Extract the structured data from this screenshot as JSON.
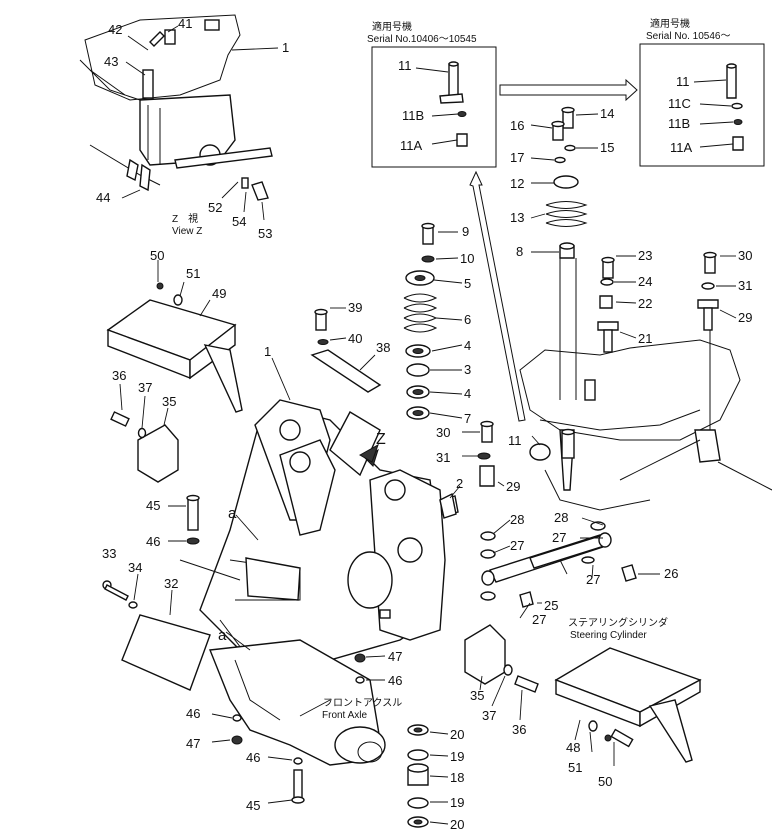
{
  "inset_left": {
    "title_jp": "適用号機",
    "serial": "Serial  No.10406～10545"
  },
  "inset_right": {
    "title_jp": "適用号機",
    "serial": "Serial No. 10546～"
  },
  "view_z": {
    "jp": "Z　視",
    "en": "View Z"
  },
  "z_arrow_label": "Z",
  "steering_cylinder": {
    "jp": "ステアリングシリンダ",
    "en": "Steering Cylinder"
  },
  "front_axle": {
    "jp": "フロントアクスル",
    "en": "Front Axle"
  },
  "ref_a1": "a",
  "ref_a2": "a",
  "labels": [
    {
      "id": "l42",
      "text": "42"
    },
    {
      "id": "l41",
      "text": "41"
    },
    {
      "id": "l1a",
      "text": "1"
    },
    {
      "id": "l43",
      "text": "43"
    },
    {
      "id": "l44",
      "text": "44"
    },
    {
      "id": "l52",
      "text": "52"
    },
    {
      "id": "l54",
      "text": "54"
    },
    {
      "id": "l53",
      "text": "53"
    },
    {
      "id": "i11",
      "text": "11"
    },
    {
      "id": "i11B",
      "text": "11B"
    },
    {
      "id": "i11A",
      "text": "11A"
    },
    {
      "id": "j11",
      "text": "11"
    },
    {
      "id": "j11C",
      "text": "11C"
    },
    {
      "id": "j11B",
      "text": "11B"
    },
    {
      "id": "j11A",
      "text": "11A"
    },
    {
      "id": "l16",
      "text": "16"
    },
    {
      "id": "l14",
      "text": "14"
    },
    {
      "id": "l17",
      "text": "17"
    },
    {
      "id": "l15",
      "text": "15"
    },
    {
      "id": "l12",
      "text": "12"
    },
    {
      "id": "l13",
      "text": "13"
    },
    {
      "id": "l9",
      "text": "9"
    },
    {
      "id": "l10",
      "text": "10"
    },
    {
      "id": "l8",
      "text": "8"
    },
    {
      "id": "l23",
      "text": "23"
    },
    {
      "id": "l30a",
      "text": "30"
    },
    {
      "id": "l24",
      "text": "24"
    },
    {
      "id": "l31a",
      "text": "31"
    },
    {
      "id": "l22",
      "text": "22"
    },
    {
      "id": "l29a",
      "text": "29"
    },
    {
      "id": "l21",
      "text": "21"
    },
    {
      "id": "l5",
      "text": "5"
    },
    {
      "id": "l6",
      "text": "6"
    },
    {
      "id": "l4a",
      "text": "4"
    },
    {
      "id": "l3",
      "text": "3"
    },
    {
      "id": "l4b",
      "text": "4"
    },
    {
      "id": "l7",
      "text": "7"
    },
    {
      "id": "l50a",
      "text": "50"
    },
    {
      "id": "l51a",
      "text": "51"
    },
    {
      "id": "l49",
      "text": "49"
    },
    {
      "id": "l39",
      "text": "39"
    },
    {
      "id": "l40",
      "text": "40"
    },
    {
      "id": "l38",
      "text": "38"
    },
    {
      "id": "l1b",
      "text": "1"
    },
    {
      "id": "l36a",
      "text": "36"
    },
    {
      "id": "l37a",
      "text": "37"
    },
    {
      "id": "l35a",
      "text": "35"
    },
    {
      "id": "l30b",
      "text": "30"
    },
    {
      "id": "l11c",
      "text": "11"
    },
    {
      "id": "l31b",
      "text": "31"
    },
    {
      "id": "l29b",
      "text": "29"
    },
    {
      "id": "l2",
      "text": "2"
    },
    {
      "id": "l28a",
      "text": "28"
    },
    {
      "id": "l28b",
      "text": "28"
    },
    {
      "id": "l27a",
      "text": "27"
    },
    {
      "id": "l27b",
      "text": "27"
    },
    {
      "id": "l27c",
      "text": "27"
    },
    {
      "id": "l27d",
      "text": "27"
    },
    {
      "id": "l26",
      "text": "26"
    },
    {
      "id": "l25",
      "text": "25"
    },
    {
      "id": "l45a",
      "text": "45"
    },
    {
      "id": "l46a",
      "text": "46"
    },
    {
      "id": "l33",
      "text": "33"
    },
    {
      "id": "l34",
      "text": "34"
    },
    {
      "id": "l32",
      "text": "32"
    },
    {
      "id": "l47a",
      "text": "47"
    },
    {
      "id": "l46b",
      "text": "46"
    },
    {
      "id": "l35b",
      "text": "35"
    },
    {
      "id": "l37b",
      "text": "37"
    },
    {
      "id": "l36b",
      "text": "36"
    },
    {
      "id": "l48",
      "text": "48"
    },
    {
      "id": "l51b",
      "text": "51"
    },
    {
      "id": "l50b",
      "text": "50"
    },
    {
      "id": "l46c",
      "text": "46"
    },
    {
      "id": "l47b",
      "text": "47"
    },
    {
      "id": "l46d",
      "text": "46"
    },
    {
      "id": "l45b",
      "text": "45"
    },
    {
      "id": "l20a",
      "text": "20"
    },
    {
      "id": "l19a",
      "text": "19"
    },
    {
      "id": "l18",
      "text": "18"
    },
    {
      "id": "l19b",
      "text": "19"
    },
    {
      "id": "l20b",
      "text": "20"
    }
  ]
}
